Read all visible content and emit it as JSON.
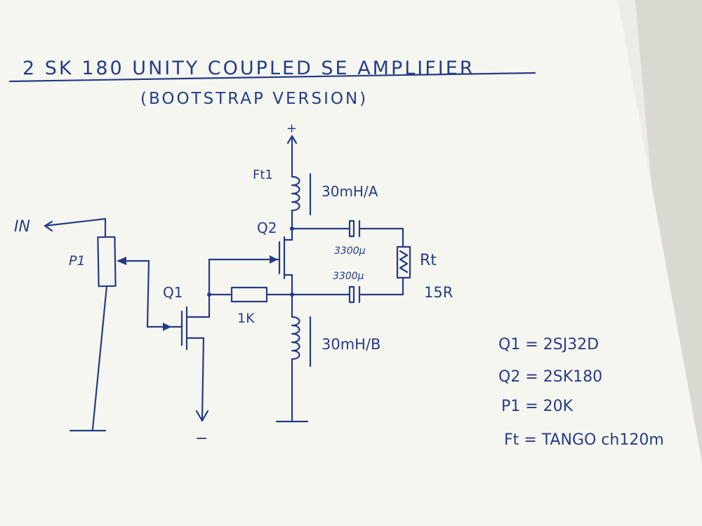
{
  "title": "2 SK 180 UNITY COUPLED SE AMPLIFIER",
  "subtitle": "(BOOTSTRAP VERSION)",
  "components": {
    "supply": "+",
    "ft1": "Ft1",
    "inductor_a": "30mH/A",
    "q2": "Q2",
    "cap_top": "3300µ",
    "cap_bottom": "3300µ",
    "rt": "Rt",
    "rt_value": "15R",
    "in": "IN",
    "p1": "P1",
    "q1": "Q1",
    "r1": "1K",
    "inductor_b": "30mH/B",
    "neg": "−"
  },
  "legend": [
    "Q1 = 2SJ32D",
    "Q2 = 2SK180",
    "P1 = 20K",
    "Ft = TANGO ch120m"
  ],
  "colors": {
    "ink": "#243c86",
    "paper": "#f5f5ef",
    "background": "#dcdcd6"
  }
}
